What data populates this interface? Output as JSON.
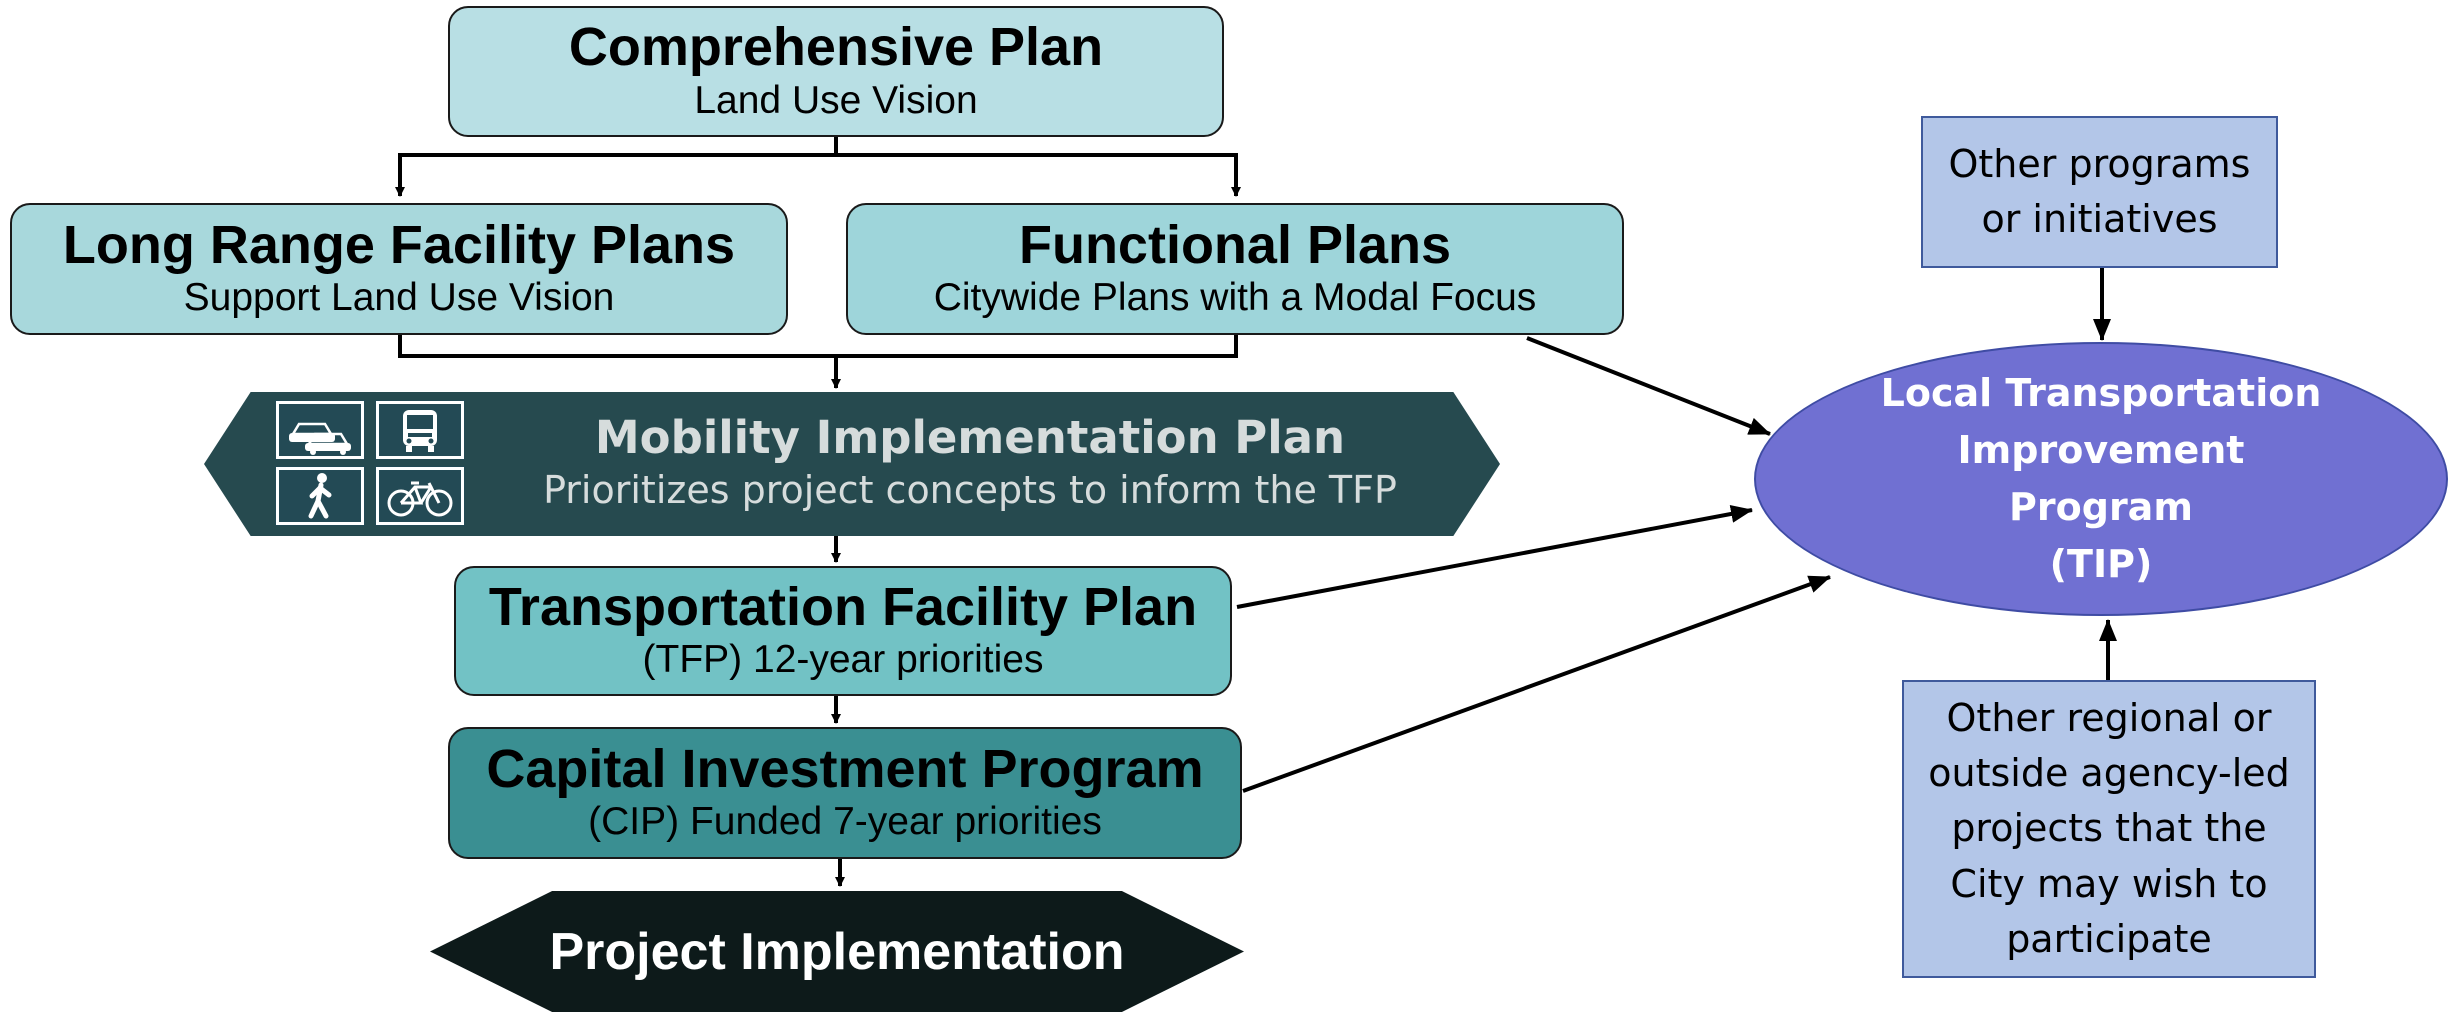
{
  "comprehensive_plan": {
    "title": "Comprehensive Plan",
    "subtitle": "Land Use Vision"
  },
  "long_range_plans": {
    "title": "Long Range Facility Plans",
    "subtitle": "Support Land Use Vision"
  },
  "functional_plans": {
    "title": "Functional Plans",
    "subtitle": "Citywide Plans with a Modal Focus"
  },
  "mobility_plan": {
    "title": "Mobility Implementation Plan",
    "subtitle": "Prioritizes project concepts to inform the TFP",
    "icons": [
      "cars-icon",
      "bus-icon",
      "pedestrian-icon",
      "bicycle-icon"
    ]
  },
  "tfp": {
    "title": "Transportation Facility Plan",
    "subtitle": "(TFP) 12-year priorities"
  },
  "cip": {
    "title": "Capital Investment Program",
    "subtitle": "(CIP) Funded 7-year priorities"
  },
  "project_implementation": {
    "title": "Project Implementation"
  },
  "other_programs": {
    "lines": [
      "Other programs",
      "or initiatives"
    ]
  },
  "tip": {
    "lines": [
      "Local Transportation",
      "Improvement",
      "Program",
      "(TIP)"
    ]
  },
  "other_regional": {
    "lines": [
      "Other regional or",
      "outside agency-led",
      "projects that the",
      "City may wish to",
      "participate"
    ]
  },
  "colors": {
    "comprehensive_fill": "#b8dfe4",
    "long_range_fill": "#a8d8dc",
    "functional_fill": "#9ed5da",
    "mobility_fill": "#264a4f",
    "tfp_fill": "#72c2c5",
    "cip_fill": "#3a8f92",
    "implementation_fill": "#0d1a1a",
    "tip_fill": "#7070d2",
    "side_box_fill": "#b3c6e8"
  }
}
